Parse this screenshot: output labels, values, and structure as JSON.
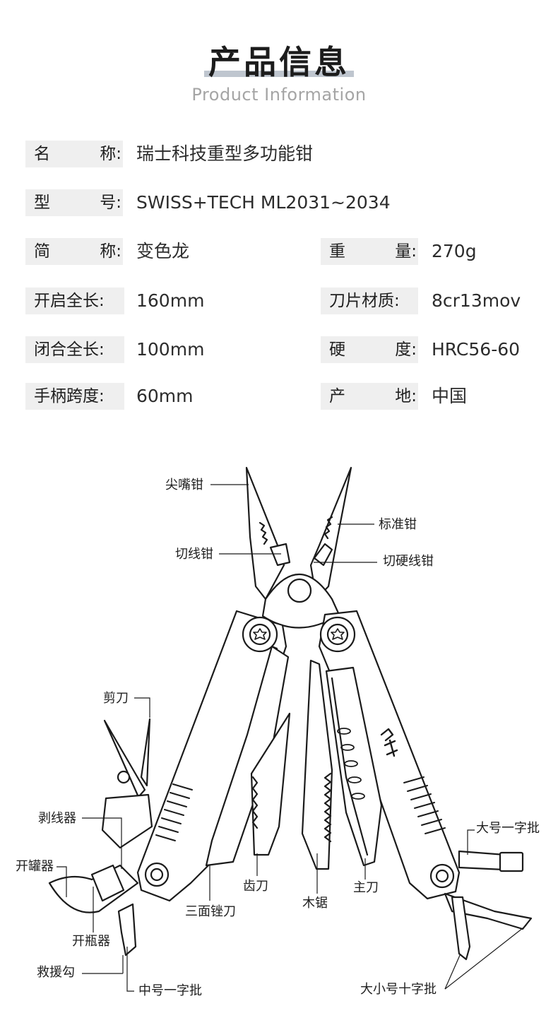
{
  "header": {
    "title": "产品信息",
    "subtitle": "Product Information"
  },
  "specs": [
    {
      "label": "名称:",
      "label_first": "名",
      "label_last": "称:",
      "value": "瑞士科技重型多功能钳"
    },
    {
      "label": "型号:",
      "label_first": "型",
      "label_last": "号:",
      "value": "SWISS+TECH ML2031~2034"
    },
    {
      "label": "简称:",
      "label_first": "简",
      "label_last": "称:",
      "value": "变色龙"
    },
    {
      "label": "开启全长:",
      "value": "160mm"
    },
    {
      "label": "闭合全长:",
      "value": "100mm"
    },
    {
      "label": "手柄跨度:",
      "value": "60mm"
    },
    {
      "label": "重量:",
      "label_first": "重",
      "label_last": "量:",
      "value": "270g"
    },
    {
      "label": "刀片材质:",
      "value": "8cr13mov"
    },
    {
      "label": "硬度:",
      "label_first": "硬",
      "label_last": "度:",
      "value": "HRC56-60"
    },
    {
      "label": "产地:",
      "label_first": "产",
      "label_last": "地:",
      "value": "中国"
    }
  ],
  "diagram": {
    "callouts": {
      "needle_nose": "尖嘴钳",
      "standard_pliers": "标准钳",
      "wire_cutter": "切线钳",
      "hard_wire_cutter": "切硬线钳",
      "scissors": "剪刀",
      "wire_stripper": "剥线器",
      "can_opener": "开罐器",
      "bottle_opener": "开瓶器",
      "rescue_hook": "救援勾",
      "medium_flat": "中号一字批",
      "file": "三面锉刀",
      "serrated_blade": "齿刀",
      "wood_saw": "木锯",
      "main_blade": "主刀",
      "large_flat": "大号一字批",
      "phillips": "大小号十字批"
    }
  }
}
